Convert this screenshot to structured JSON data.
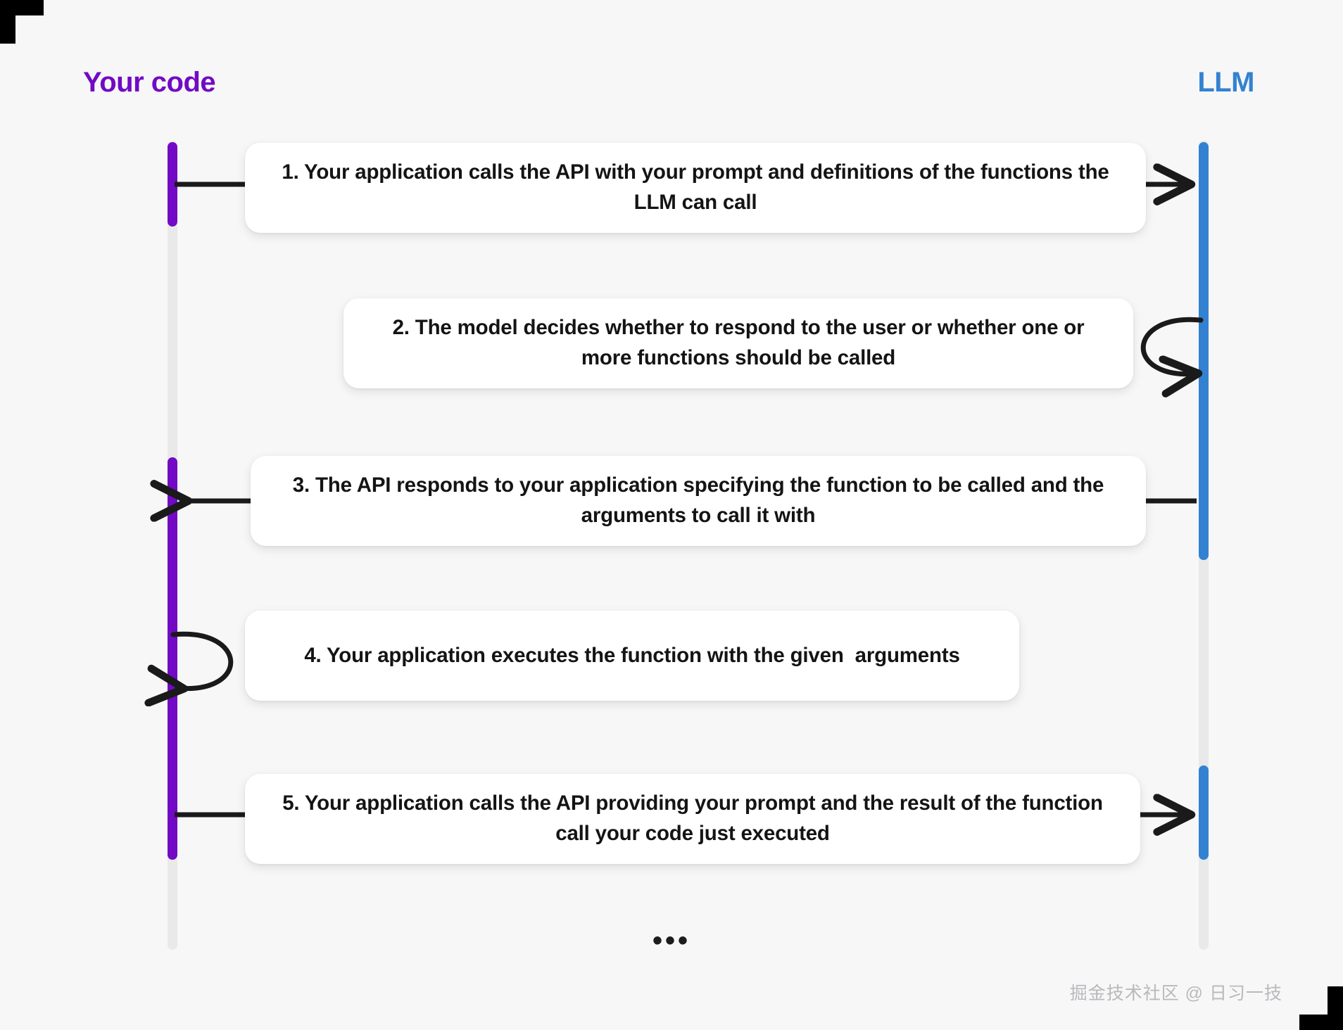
{
  "diagram": {
    "title_left": "Your code",
    "title_right": "LLM",
    "ellipsis": "•••",
    "colors": {
      "background": "#f7f7f8",
      "left_actor": "#7209C4",
      "right_actor": "#3382D1",
      "lifeline_inactive": "#e9e9ea",
      "arrow": "#1a1a1a",
      "box_background": "#ffffff",
      "text": "#141414"
    },
    "actors": [
      {
        "name": "your-code",
        "label": "Your code",
        "color": "#7209C4"
      },
      {
        "name": "llm",
        "label": "LLM",
        "color": "#3382D1"
      }
    ],
    "steps": [
      {
        "number": "1",
        "text": "1. Your application calls the API with your prompt and definitions of the functions the LLM can call",
        "from": "your-code",
        "to": "llm",
        "kind": "message"
      },
      {
        "number": "2",
        "text": "2. The model decides whether to respond to the user or whether one or more functions should be called",
        "from": "llm",
        "to": "llm",
        "kind": "self-loop"
      },
      {
        "number": "3",
        "text": "3. The API responds to your application specifying the function to be called and the arguments to call it with",
        "from": "llm",
        "to": "your-code",
        "kind": "message"
      },
      {
        "number": "4",
        "text": "4. Your application executes the function with the given  arguments",
        "from": "your-code",
        "to": "your-code",
        "kind": "self-loop"
      },
      {
        "number": "5",
        "text": "5. Your application calls the API providing your prompt and the result of the function call your code just executed",
        "from": "your-code",
        "to": "llm",
        "kind": "message"
      }
    ]
  },
  "watermark": {
    "text": "掘金技术社区 @ 日习一技"
  }
}
